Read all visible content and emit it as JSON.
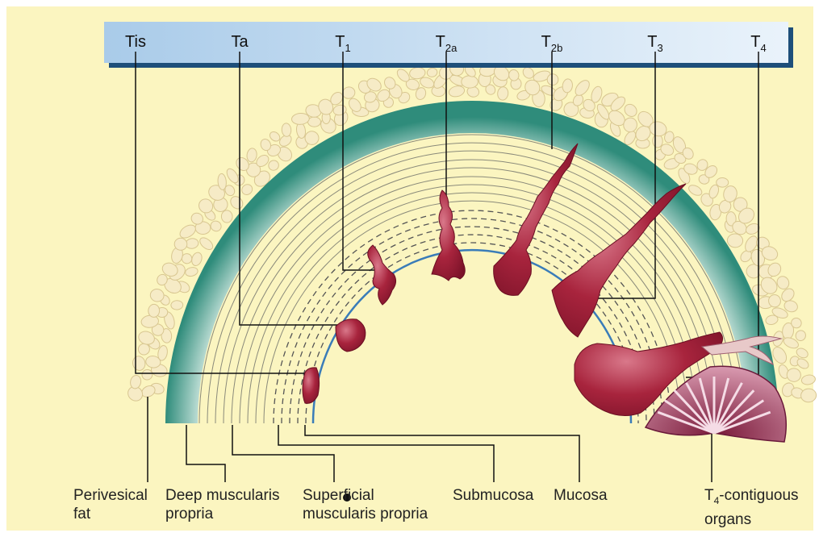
{
  "stages": [
    {
      "id": "tis",
      "main": "Tis",
      "sub": ""
    },
    {
      "id": "ta",
      "main": "Ta",
      "sub": ""
    },
    {
      "id": "t1",
      "main": "T",
      "sub": "1"
    },
    {
      "id": "t2a",
      "main": "T",
      "sub": "2a"
    },
    {
      "id": "t2b",
      "main": "T",
      "sub": "2b"
    },
    {
      "id": "t3",
      "main": "T",
      "sub": "3"
    },
    {
      "id": "t4",
      "main": "T",
      "sub": "4"
    }
  ],
  "layers": {
    "perivesical_fat": {
      "line1": "Perivesical",
      "line2": "fat"
    },
    "deep_muscularis": {
      "line1": "Deep muscularis",
      "line2": "propria"
    },
    "superficial_muscularis": {
      "line1": "Superficial",
      "line2": "muscularis propria"
    },
    "submucosa": {
      "line1": "Submucosa"
    },
    "mucosa": {
      "line1": "Mucosa"
    },
    "contiguous_organs": {
      "prefix": "T",
      "sub": "4",
      "rest": "-contiguous",
      "line2": "organs"
    }
  },
  "colors": {
    "background": "#fbf5c0",
    "header_band": "#cfe2f3",
    "header_shadow": "#1e4f7a",
    "outer_wall": "#3f9a8a",
    "tumor": "#a8243d",
    "fat_lobule": "#f5e8c0",
    "mucosa_line": "#3a7cb8"
  }
}
